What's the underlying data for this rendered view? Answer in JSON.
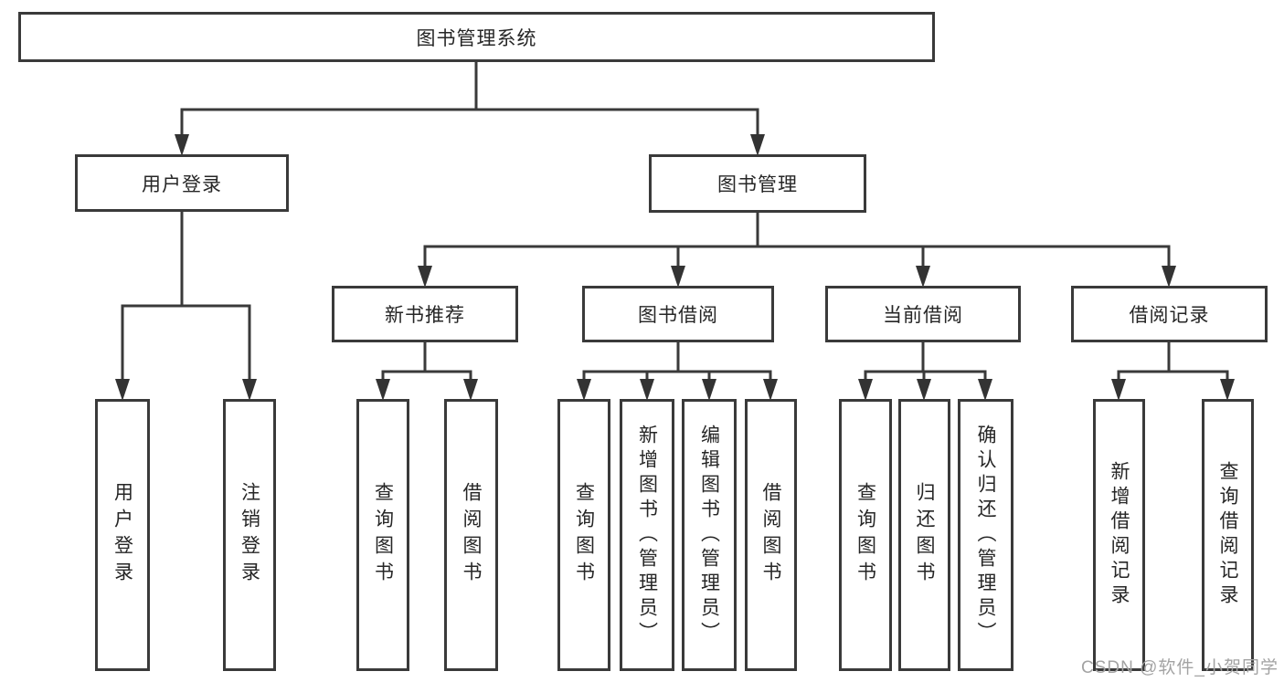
{
  "tree": {
    "root": {
      "label": "图书管理系统"
    },
    "branches": [
      {
        "label": "用户登录",
        "children": [
          {
            "label": "用户登录"
          },
          {
            "label": "注销登录"
          }
        ]
      },
      {
        "label": "图书管理",
        "groups": [
          {
            "label": "新书推荐",
            "children": [
              {
                "label": "查询图书"
              },
              {
                "label": "借阅图书"
              }
            ]
          },
          {
            "label": "图书借阅",
            "children": [
              {
                "label": "查询图书"
              },
              {
                "label": "新增图书（管理员）"
              },
              {
                "label": "编辑图书（管理员）"
              },
              {
                "label": "借阅图书"
              }
            ]
          },
          {
            "label": "当前借阅",
            "children": [
              {
                "label": "查询图书"
              },
              {
                "label": "归还图书"
              },
              {
                "label": "确认归还（管理员）"
              }
            ]
          },
          {
            "label": "借阅记录",
            "children": [
              {
                "label": "新增借阅记录"
              },
              {
                "label": "查询借阅记录"
              }
            ]
          }
        ]
      }
    ],
    "watermark": "CSDN @软件_小贺同学",
    "colors": {
      "line": "#3a3a3a",
      "text": "#262626",
      "watermark": "#a3a3a3",
      "background": "#ffffff"
    }
  }
}
